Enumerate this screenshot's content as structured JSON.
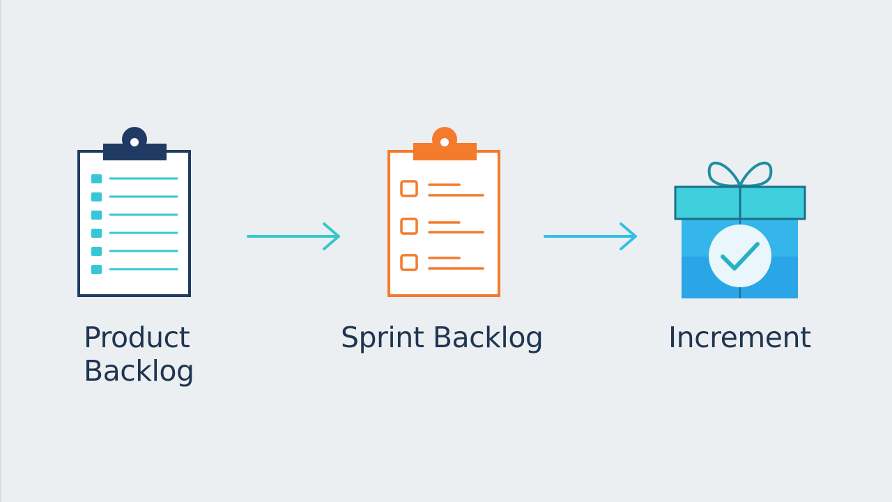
{
  "diagram": {
    "nodes": [
      {
        "id": "product-backlog",
        "label_lines": [
          "Product",
          "Backlog"
        ],
        "icon": "clipboard-list-icon",
        "color": "#1f3a63",
        "accent": "#35c7d6"
      },
      {
        "id": "sprint-backlog",
        "label": "Sprint Backlog",
        "icon": "clipboard-checklist-icon",
        "color": "#f47a2c"
      },
      {
        "id": "increment",
        "label": "Increment",
        "icon": "gift-box-check-icon",
        "color": "#2bb3e8",
        "accent": "#1c8fa0"
      }
    ],
    "edges": [
      {
        "from": "product-backlog",
        "to": "sprint-backlog",
        "color": "#35c7c9"
      },
      {
        "from": "sprint-backlog",
        "to": "increment",
        "color": "#35bfe6"
      }
    ],
    "label_color": "#1f3550",
    "background": "#eceff2"
  }
}
